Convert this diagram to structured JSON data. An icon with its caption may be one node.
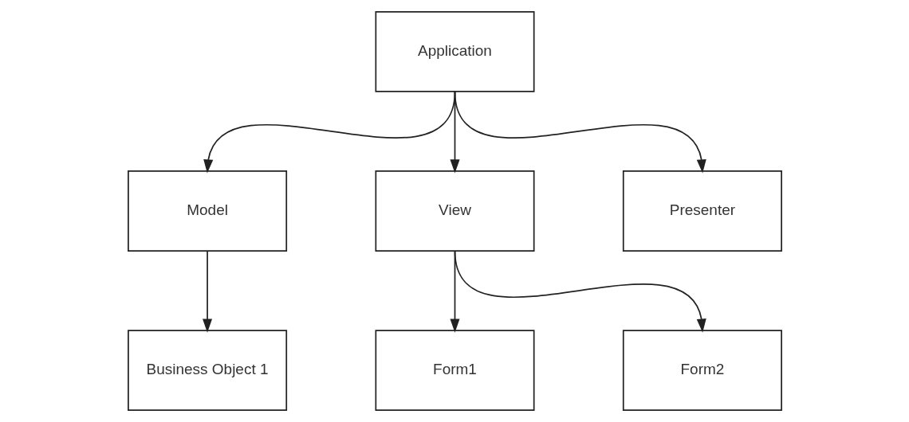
{
  "diagram": {
    "nodes": [
      {
        "text": [
          "Application"
        ]
      },
      {
        "text": [
          "Model"
        ]
      },
      {
        "text": [
          "View"
        ]
      },
      {
        "text": [
          "Presenter"
        ]
      },
      {
        "text": [
          "Business Object 1"
        ]
      },
      {
        "text": [
          "Form1"
        ]
      },
      {
        "text": [
          "Form2"
        ]
      }
    ],
    "edges": [
      {
        "from": 0,
        "to": 1,
        "arrow": "to"
      },
      {
        "from": 0,
        "to": 2,
        "arrow": "to"
      },
      {
        "from": 0,
        "to": 3,
        "arrow": "to"
      },
      {
        "from": 1,
        "to": 4,
        "arrow": "to"
      },
      {
        "from": 2,
        "to": 5,
        "arrow": "to"
      },
      {
        "from": 2,
        "to": 6,
        "arrow": "to"
      }
    ]
  }
}
